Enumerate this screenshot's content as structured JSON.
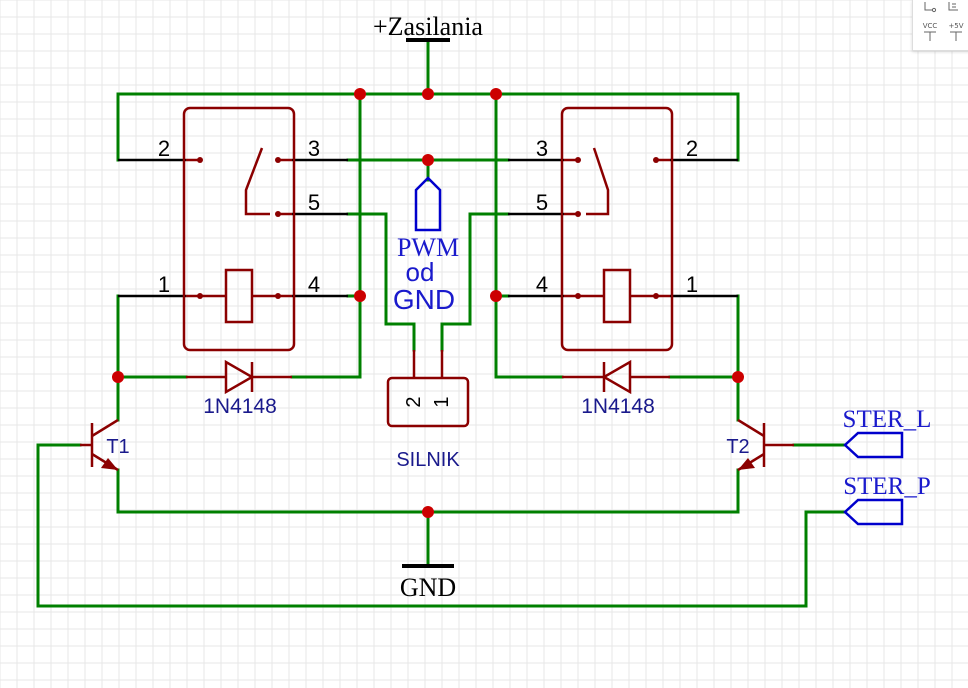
{
  "power": {
    "vcc_label": "+Zasilania",
    "gnd_label": "GND"
  },
  "relays": {
    "left": {
      "pins": [
        "2",
        "3",
        "5",
        "1",
        "4"
      ]
    },
    "right": {
      "pins": [
        "3",
        "2",
        "5",
        "4",
        "1"
      ]
    }
  },
  "diodes": {
    "left": "1N4148",
    "right": "1N4148"
  },
  "transistors": {
    "left": "T1",
    "right": "T2"
  },
  "pwm": {
    "line1": "PWM",
    "line2": "od",
    "line3": "GND"
  },
  "motor": {
    "name": "SILNIK",
    "pin_a": "2",
    "pin_b": "1"
  },
  "nets": {
    "ster_l": "STER_L",
    "ster_p": "STER_P"
  },
  "toolbar": {
    "vcc_label": "VCC",
    "plus5v_label": "+5V"
  },
  "colors": {
    "wire": "#008000",
    "component": "#8b0000",
    "junction": "#cc0000",
    "net_label": "#0000cc",
    "pin": "#000000"
  }
}
